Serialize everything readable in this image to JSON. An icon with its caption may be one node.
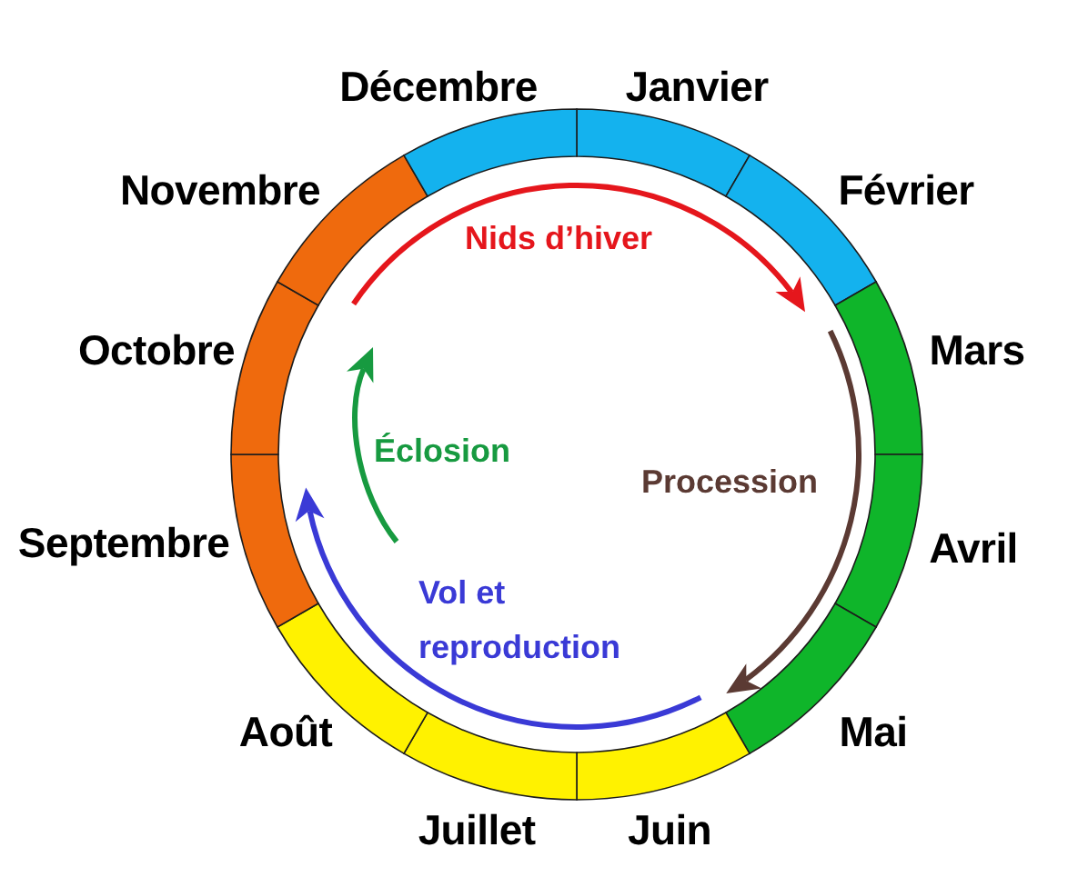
{
  "diagram": {
    "nodes": [
      {
        "text": [
          "Janvier"
        ]
      },
      {
        "text": [
          "Février"
        ]
      },
      {
        "text": [
          "Mars"
        ]
      },
      {
        "text": [
          "Avril"
        ]
      },
      {
        "text": [
          "Mai"
        ]
      },
      {
        "text": [
          "Juin"
        ]
      },
      {
        "text": [
          "Juillet"
        ]
      },
      {
        "text": [
          "Août"
        ]
      },
      {
        "text": [
          "Septembre"
        ]
      },
      {
        "text": [
          "Octobre"
        ]
      },
      {
        "text": [
          "Novembre"
        ]
      },
      {
        "text": [
          "Décembre"
        ]
      }
    ],
    "labels": [
      "Nids d’hiver",
      "Éclosion",
      "Procession",
      "Vol et reproduction"
    ]
  }
}
